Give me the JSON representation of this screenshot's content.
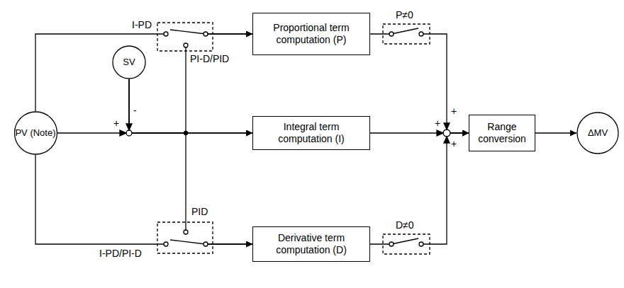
{
  "diagram": {
    "nodes": [
      {
        "text": [
          "PV (Note)"
        ]
      },
      {
        "text": [
          "SV"
        ]
      },
      {
        "text": [
          "Proportional term computation (P)"
        ]
      },
      {
        "text": [
          "Integral term computation (I)"
        ]
      },
      {
        "text": [
          "Derivative term computation (D)"
        ]
      },
      {
        "text": [
          "Range conversion"
        ]
      },
      {
        "text": [
          "ΔMV"
        ]
      }
    ],
    "edges": [
      {
        "from": 0,
        "to": 2,
        "arrow": "to"
      },
      {
        "from": 0,
        "to": 3,
        "arrow": "to"
      },
      {
        "from": 0,
        "to": 4,
        "arrow": "to"
      },
      {
        "from": 1,
        "to": 2,
        "arrow": "to"
      },
      {
        "from": 1,
        "to": 3,
        "arrow": "to"
      },
      {
        "from": 1,
        "to": 4,
        "arrow": "to"
      },
      {
        "from": 2,
        "to": 5,
        "arrow": "to"
      },
      {
        "from": 3,
        "to": 5,
        "arrow": "to"
      },
      {
        "from": 4,
        "to": 5,
        "arrow": "to"
      },
      {
        "from": 5,
        "to": 6,
        "arrow": "to"
      }
    ],
    "labels": [
      "I-PD",
      "PI-D/PID",
      "P≠0",
      "+",
      "-",
      "+",
      "+",
      "+",
      "PID",
      "I-PD/PI-D",
      "D≠0"
    ]
  }
}
